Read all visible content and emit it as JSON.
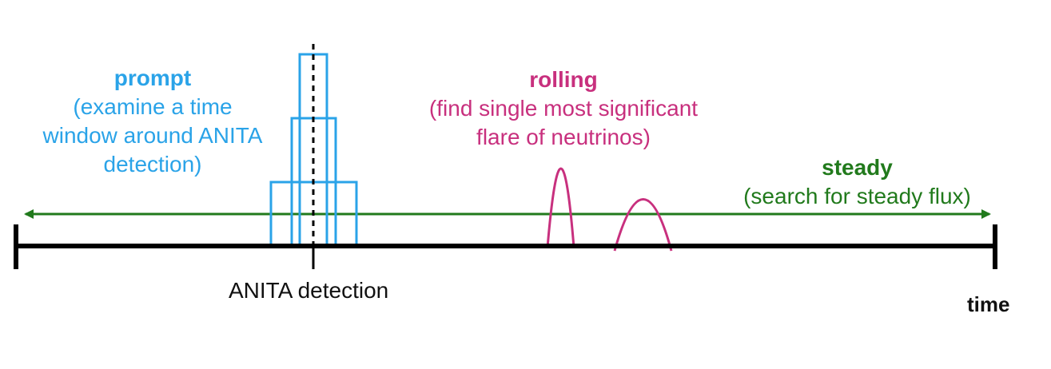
{
  "colors": {
    "prompt": "#2aa3e8",
    "rolling": "#c8307e",
    "steady": "#217a1c",
    "axis": "#000000"
  },
  "prompt": {
    "title": "prompt",
    "lines": [
      "(examine a time",
      "window around ANITA",
      "detection)"
    ]
  },
  "rolling": {
    "title": "rolling",
    "lines": [
      "(find single most significant",
      "flare of neutrinos)"
    ]
  },
  "steady": {
    "title": "steady",
    "lines": [
      "(search for steady flux)"
    ]
  },
  "detection_label": "ANITA detection",
  "time_label": "time"
}
